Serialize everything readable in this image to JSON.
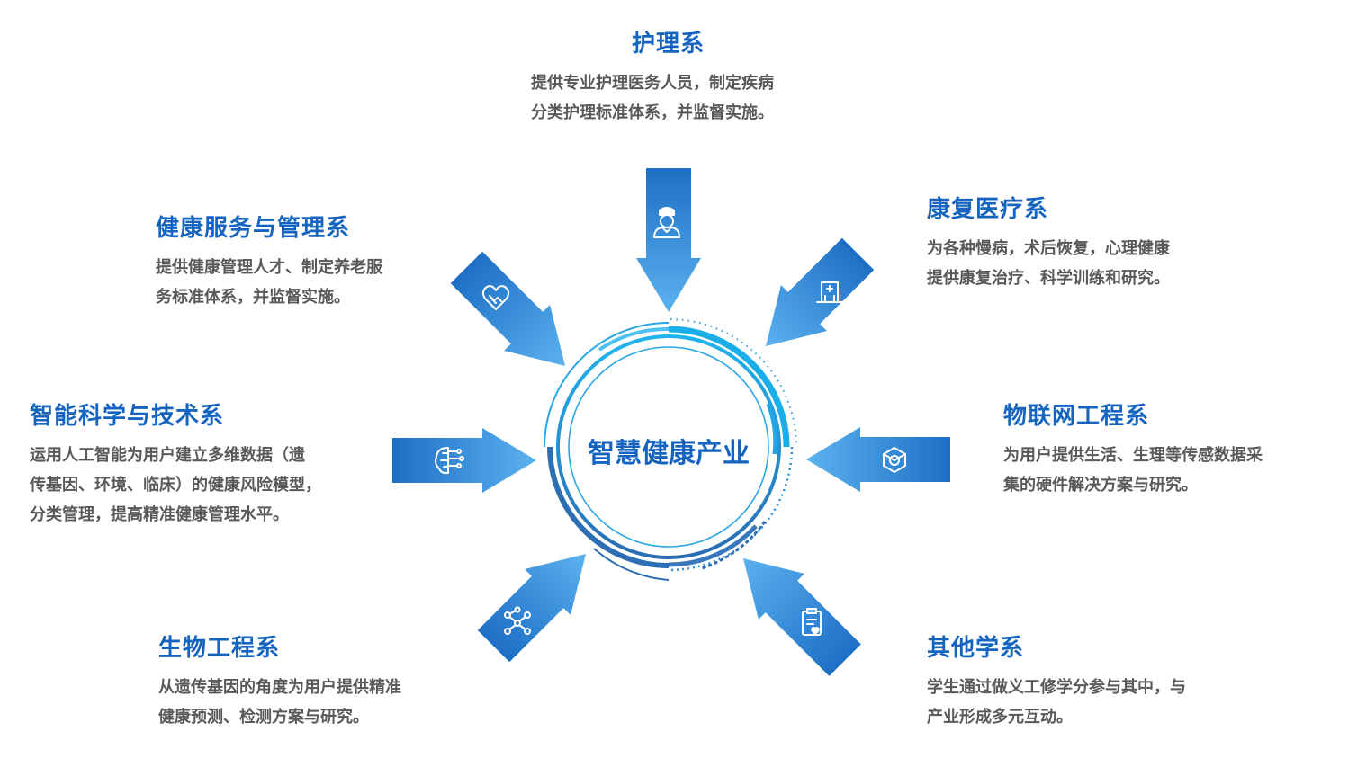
{
  "center": {
    "label": "智慧健康产业"
  },
  "departments": [
    {
      "id": "nursing",
      "title": "护理系",
      "lines": [
        "提供专业护理医务人员，制定疾病",
        "分类护理标准体系，并监督实施。"
      ],
      "icon": "nurse-icon"
    },
    {
      "id": "rehab",
      "title": "康复医疗系",
      "lines": [
        "为各种慢病，术后恢复，心理健康",
        "提供康复治疗、科学训练和研究。"
      ],
      "icon": "hospital-icon"
    },
    {
      "id": "iot",
      "title": "物联网工程系",
      "lines": [
        "为用户提供生活、生理等传感数据采",
        "集的硬件解决方案与研究。"
      ],
      "icon": "iot-device-icon"
    },
    {
      "id": "other",
      "title": "其他学系",
      "lines": [
        "学生通过做义工修学分参与其中，与",
        "产业形成多元互动。"
      ],
      "icon": "clipboard-heart-icon"
    },
    {
      "id": "bio",
      "title": "生物工程系",
      "lines": [
        "从遗传基因的角度为用户提供精准",
        "健康预测、检测方案与研究。"
      ],
      "icon": "molecule-icon"
    },
    {
      "id": "ai",
      "title": "智能科学与技术系",
      "lines": [
        "运用人工智能为用户建立多维数据（遗",
        "传基因、环境、临床）的健康风险模型，",
        "分类管理，提高精准健康管理水平。"
      ],
      "icon": "brain-circuit-icon"
    },
    {
      "id": "health",
      "title": "健康服务与管理系",
      "lines": [
        "提供健康管理人才、制定养老服",
        "务标准体系，并监督实施。"
      ],
      "icon": "heart-handshake-icon"
    }
  ],
  "colors": {
    "accent": "#1565c0",
    "arrow_light": "#5bb2ef",
    "arrow_dark": "#1d6fc5",
    "ring": "#1ea3e3",
    "text": "#595959"
  }
}
